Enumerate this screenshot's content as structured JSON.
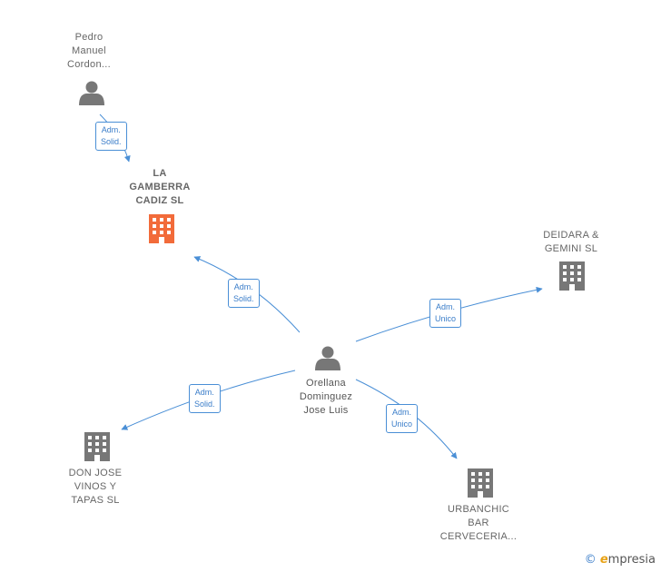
{
  "nodes": {
    "pedro": {
      "lines": [
        "Pedro",
        "Manuel",
        "Cordon..."
      ],
      "type": "person"
    },
    "gamberra": {
      "lines": [
        "LA",
        "GAMBERRA",
        "CADIZ  SL"
      ],
      "type": "company-focus"
    },
    "deidara": {
      "lines": [
        "DEIDARA &",
        "GEMINI  SL"
      ],
      "type": "company"
    },
    "orellana": {
      "lines": [
        "Orellana",
        "Dominguez",
        "Jose Luis"
      ],
      "type": "person"
    },
    "donjose": {
      "lines": [
        "DON JOSE",
        "VINOS Y",
        "TAPAS  SL"
      ],
      "type": "company"
    },
    "urbanchic": {
      "lines": [
        "URBANCHIC",
        "BAR",
        "CERVECERIA..."
      ],
      "type": "company"
    }
  },
  "edges": [
    {
      "id": "pedro-gamberra",
      "lines": [
        "Adm.",
        "Solid."
      ]
    },
    {
      "id": "orellana-gamberra",
      "lines": [
        "Adm.",
        "Solid."
      ]
    },
    {
      "id": "orellana-deidara",
      "lines": [
        "Adm.",
        "Unico"
      ]
    },
    {
      "id": "orellana-donjose",
      "lines": [
        "Adm.",
        "Solid."
      ]
    },
    {
      "id": "orellana-urbanchic",
      "lines": [
        "Adm.",
        "Unico"
      ]
    }
  ],
  "colors": {
    "edge": "#4a8fd6",
    "node_icon": "#777777",
    "focus_icon": "#f26b3a"
  },
  "brand": {
    "copyright": "©",
    "name": "mpresia",
    "initial": "e"
  }
}
